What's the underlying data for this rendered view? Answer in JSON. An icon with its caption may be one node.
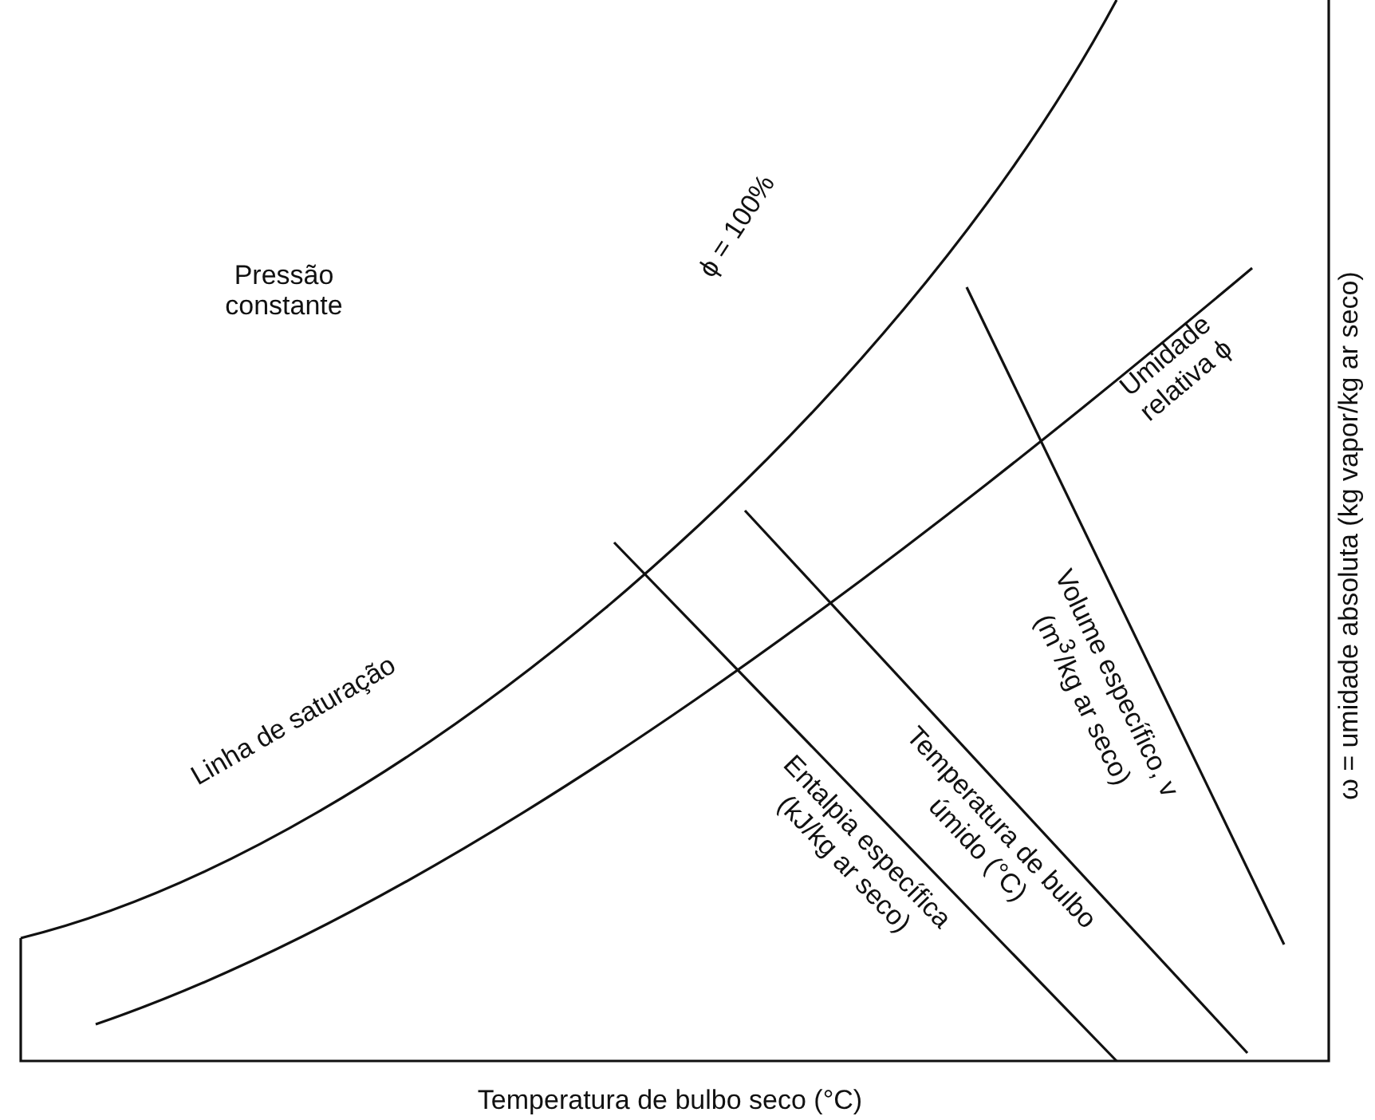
{
  "diagram": {
    "labels": [
      "Pressão constante",
      "ϕ = 100%",
      "Umidade relativa ϕ",
      "Volume específico, v (m$^{3}$/kg ar seco)",
      "Temperatura de bulbo úmido (°C)",
      "Entalpia específica (kJ/kg ar seco)",
      "Linha de saturação",
      "Temperatura de bulbo seco (°C)",
      "ω = umidade absoluta (kg vapor/kg ar seco)"
    ]
  }
}
